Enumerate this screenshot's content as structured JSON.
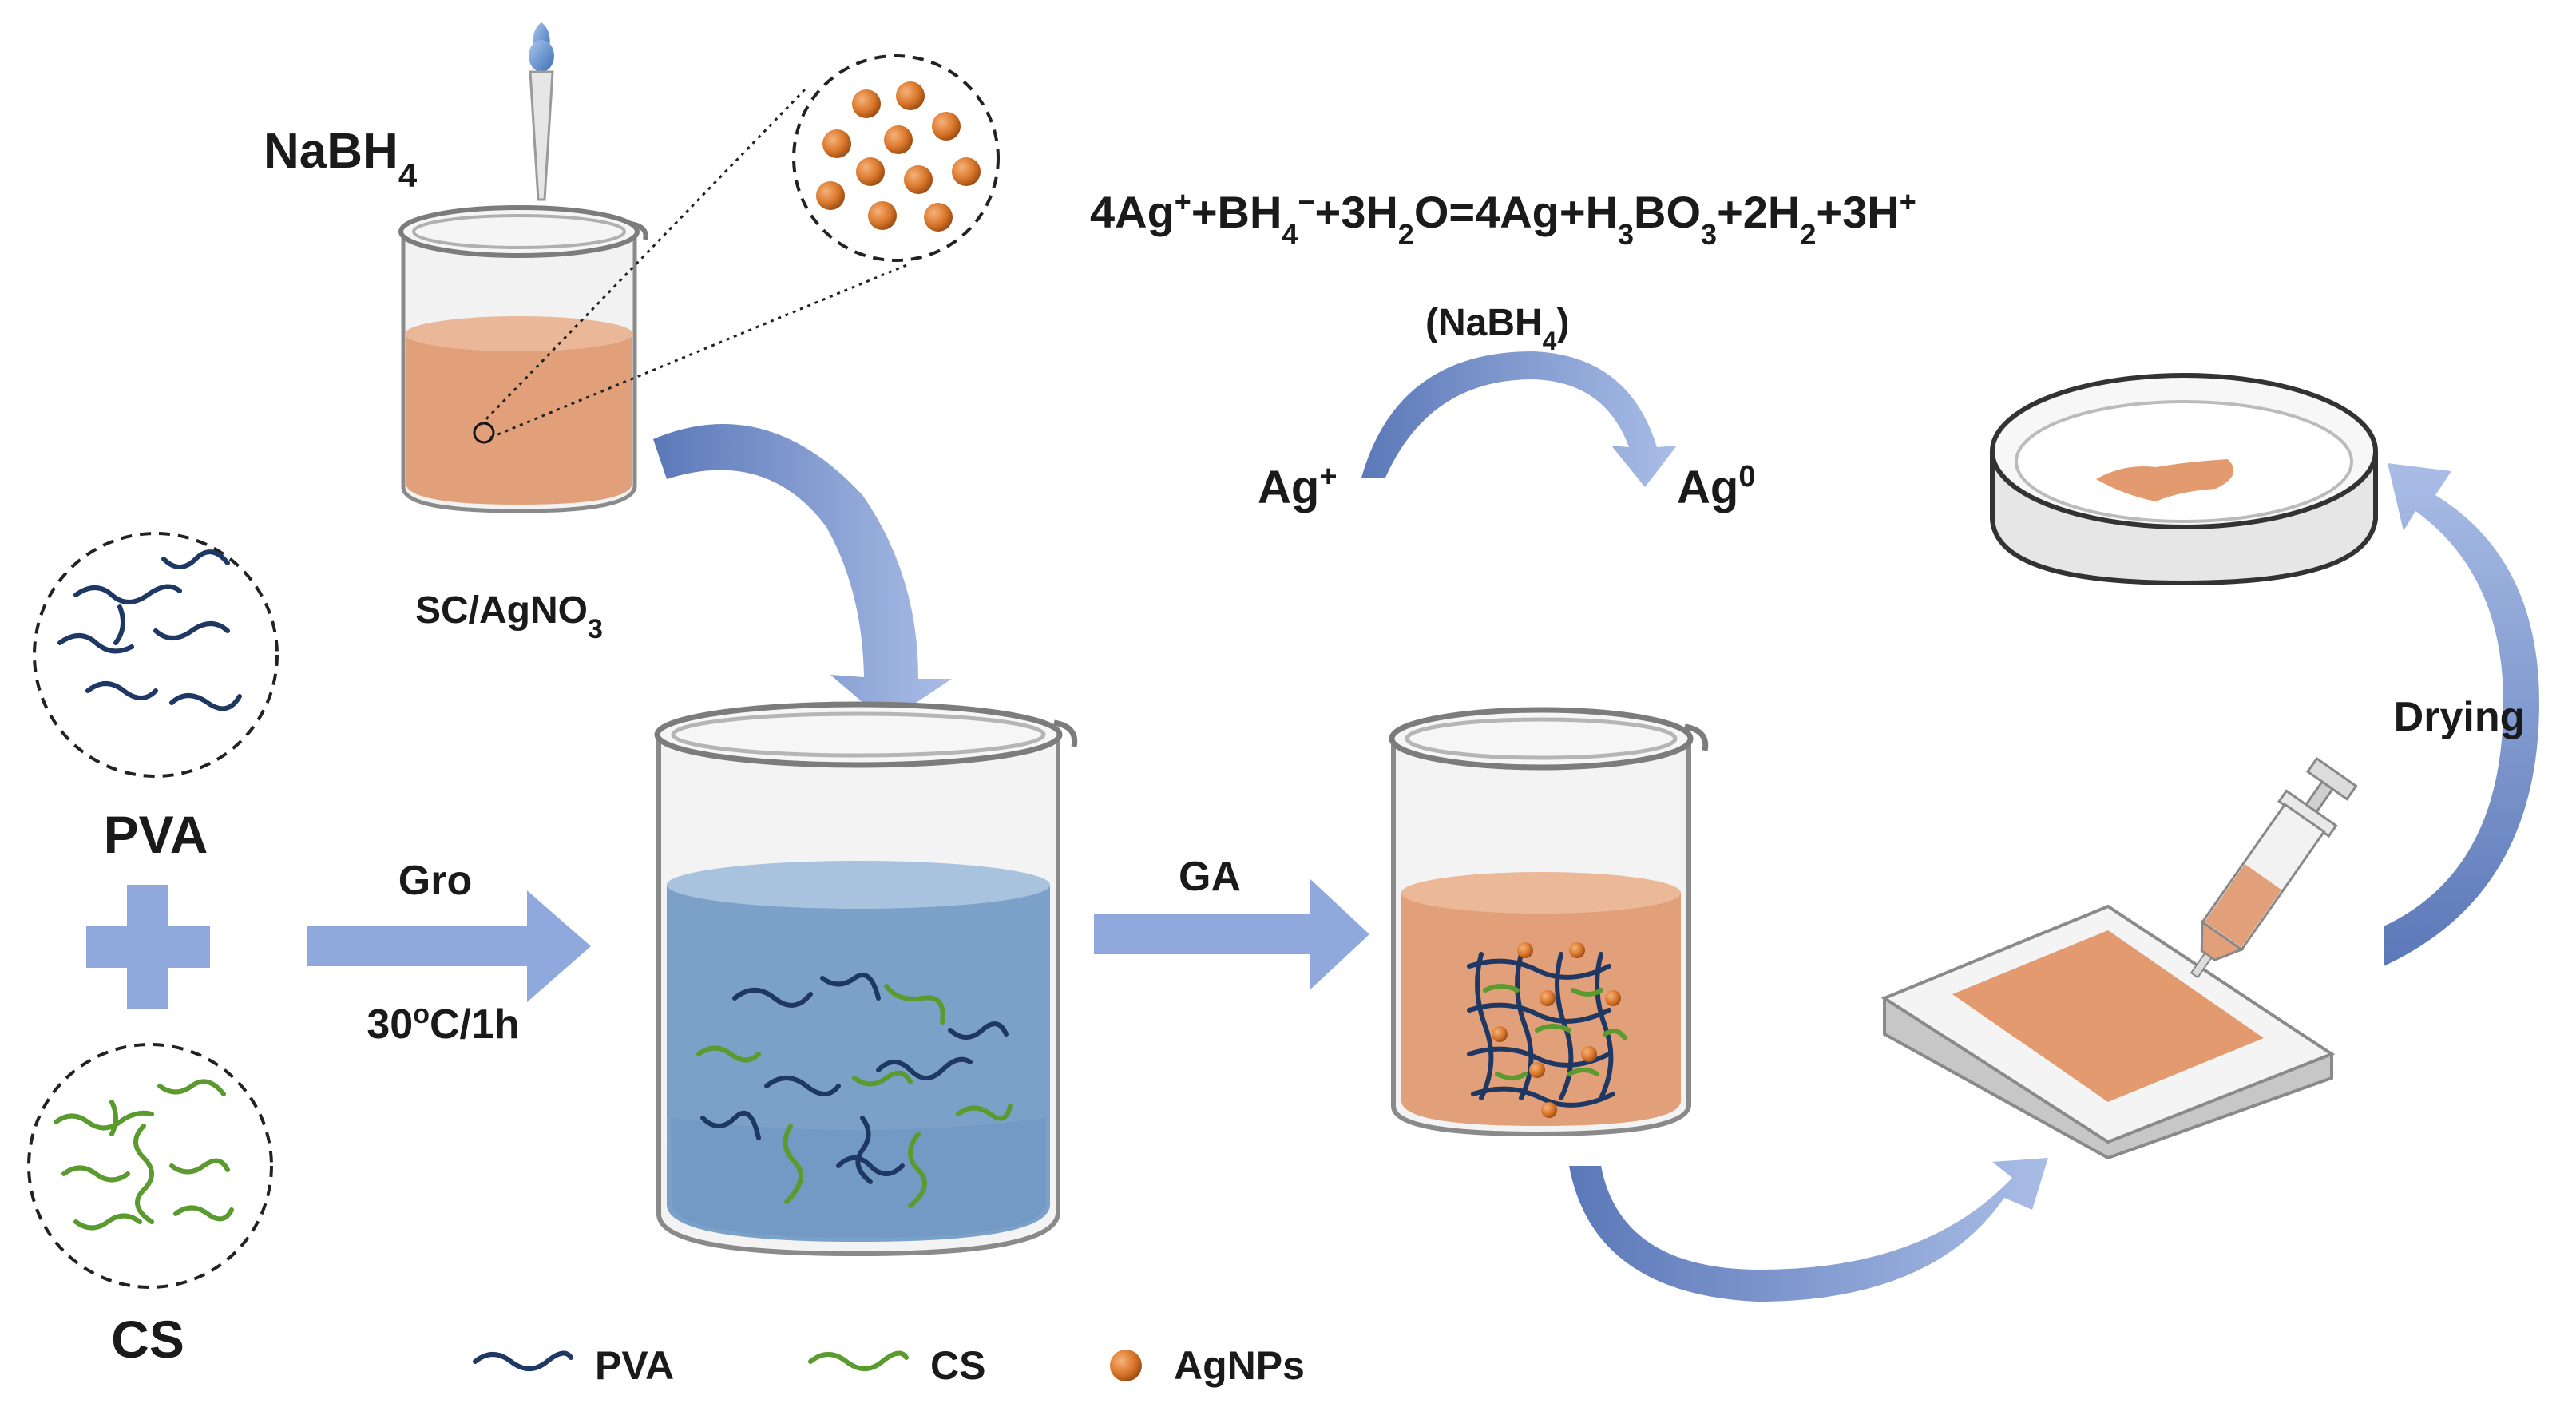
{
  "labels": {
    "nabh4": "NaBH",
    "nabh4_sub": "4",
    "sc_agno3": "SC/AgNO",
    "sc_agno3_sub": "3",
    "pva": "PVA",
    "cs": "CS",
    "gro": "Gro",
    "temp": "30",
    "temp_sup": "o",
    "temp_rest": "C/1h",
    "ga": "GA",
    "drying": "Drying",
    "nabh4_paren_open": "(NaBH",
    "nabh4_paren_sub": "4",
    "nabh4_paren_close": ")",
    "ag_ion": "Ag",
    "ag_ion_sup": "+",
    "ag_zero": "Ag",
    "ag_zero_sup": "0"
  },
  "equation": {
    "p1": "4Ag",
    "p1_sup": "+",
    "p2": "+BH",
    "p2_sub": "4",
    "p2_sup": "−",
    "p3": "+3H",
    "p3_sub": "2",
    "p4": "O=4Ag+H",
    "p4_sub": "3",
    "p5": "BO",
    "p5_sub": "3",
    "p6": "+2H",
    "p6_sub": "2",
    "p7": "+3H",
    "p7_sup": "+"
  },
  "legend": {
    "pva": "PVA",
    "cs": "CS",
    "agnps": "AgNPs"
  },
  "colors": {
    "pva_chain": "#1f3763",
    "cs_chain": "#5a9a2e",
    "agnp": "#d9772b",
    "orange_solution": "#e2a07a",
    "blue_solution": "#7ba1c9",
    "arrow_blue": "#8fa9dc",
    "arrow_dark": "#5b78b8"
  }
}
